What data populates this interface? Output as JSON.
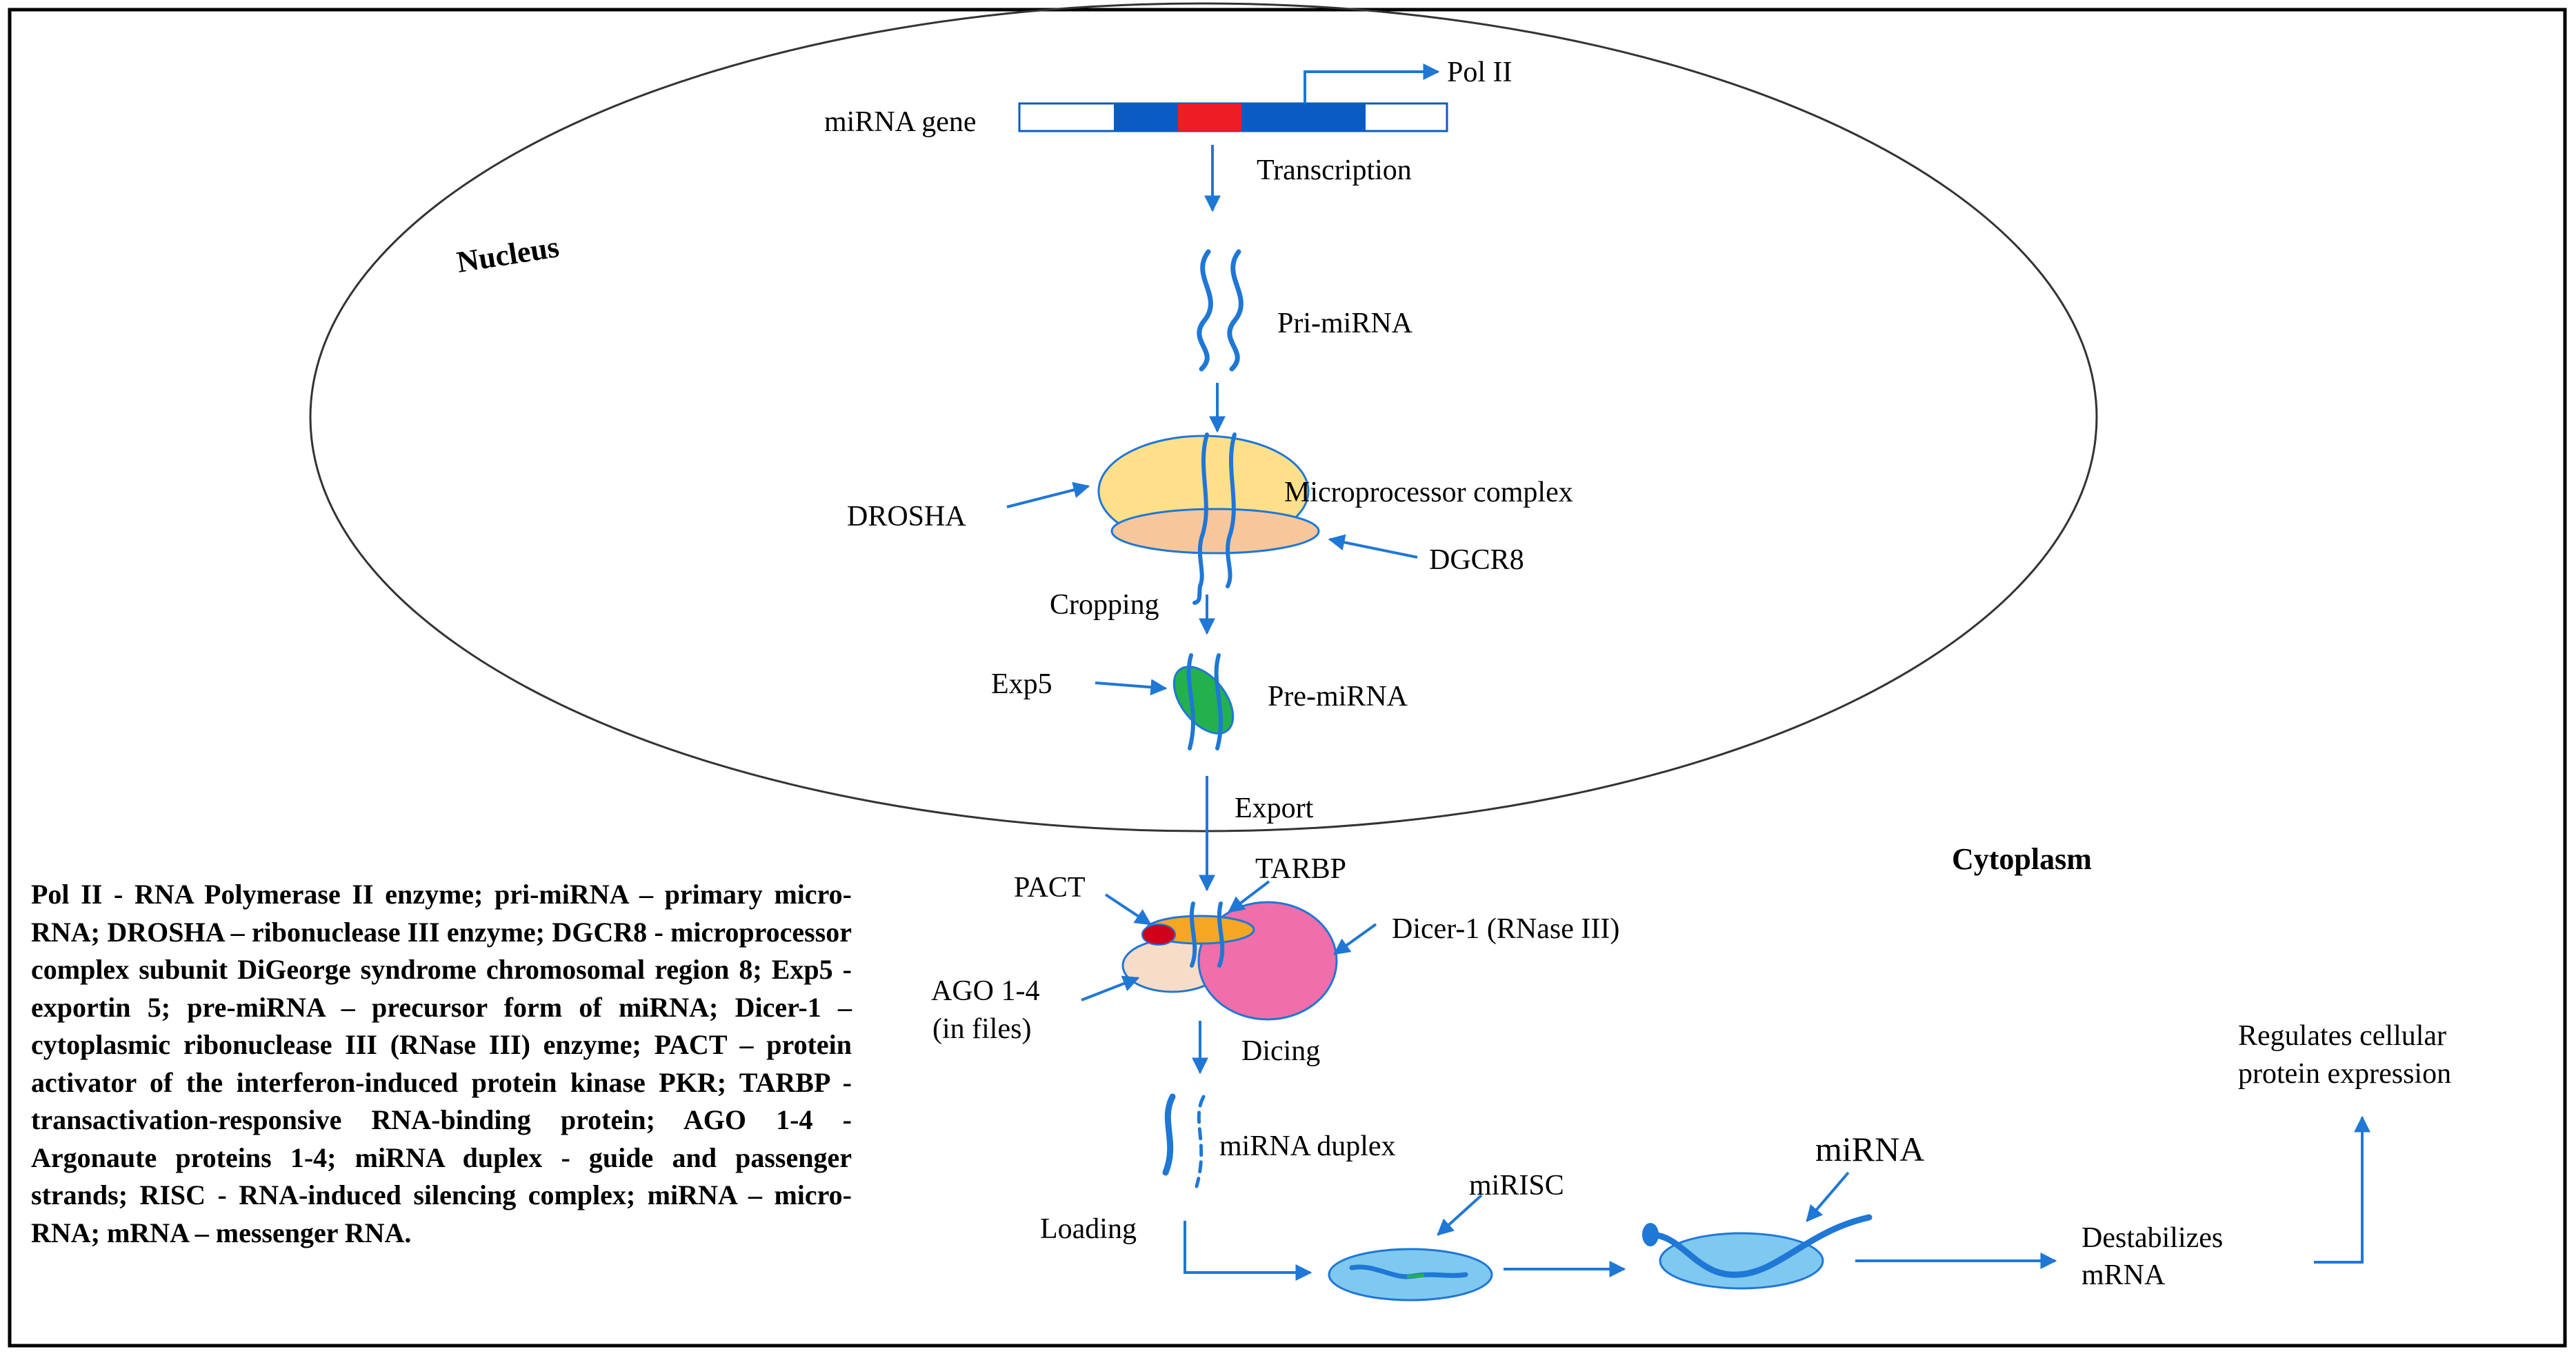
{
  "nucleus": {
    "title": "Nucleus",
    "gene_label": "miRNA gene",
    "pol2": "Pol II",
    "transcription": "Transcription",
    "pri_mirna": "Pri-miRNA",
    "microprocessor": "Microprocessor complex",
    "drosha": "DROSHA",
    "dgcr8": "DGCR8",
    "cropping": "Cropping",
    "exp5": "Exp5",
    "pre_mirna": "Pre-miRNA"
  },
  "cytoplasm": {
    "title": "Cytoplasm",
    "export": "Export",
    "pact": "PACT",
    "tarbp": "TARBP",
    "dicer": "Dicer-1 (RNase III)",
    "ago_line1": "AGO 1-4",
    "ago_line2": "(in files)",
    "dicing": "Dicing",
    "duplex": "miRNA duplex",
    "loading": "Loading",
    "mirisc": "miRISC",
    "mirna": "miRNA",
    "destab_line1": "Destabilizes",
    "destab_line2": "mRNA",
    "regulates_line1": "Regulates cellular",
    "regulates_line2": "protein expression"
  },
  "legend": "Pol II - RNA Polymerase II enzyme; pri-miRNA – primary micro-RNA; DROSHA – ribonuclease III enzyme; DGCR8 - microprocessor complex subunit DiGeorge syndrome chromosomal region 8;  Exp5 - exportin 5; pre-miRNA – precursor form of miRNA; Dicer-1 – cytoplasmic ribonuclease III (RNase III) enzyme; PACT – protein activator of the interferon-induced protein kinase PKR; TARBP - transactivation-responsive RNA-binding protein; AGO 1-4 - Argonaute proteins 1-4; miRNA duplex - guide and passenger strands; RISC - RNA-induced silencing complex; miRNA – micro-RNA; mRNA – messenger RNA.",
  "colors": {
    "arrow": "#1f77d6",
    "gene_blue": "#0a5cc4",
    "gene_red": "#ee1c25",
    "drosha_fill": "#ffe08a",
    "dgcr8_fill": "#f7c79b",
    "exp5_fill": "#23b14d",
    "dicer_fill": "#f06eaa",
    "tarbp_fill": "#f5a623",
    "pact_fill": "#d0021b",
    "ago_fill": "#f7dcc7",
    "risc_fill": "#7fc8ef"
  }
}
